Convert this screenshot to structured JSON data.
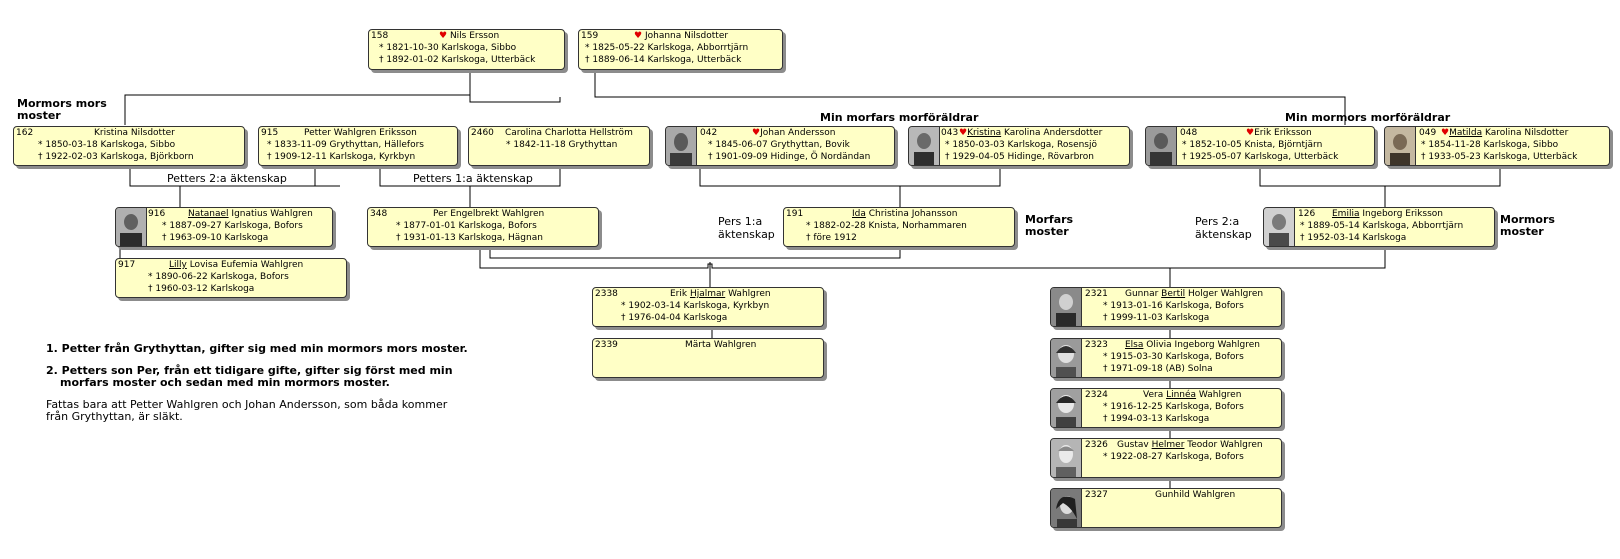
{
  "headers": {
    "mormors_mors_moster": "Mormors mors moster",
    "morfars_morforaldrar": "Min morfars morföräldrar",
    "mormors_morforaldrar": "Min mormors morföräldrar",
    "morfars_moster": "Morfars moster",
    "mormors_moster": "Mormors moster"
  },
  "labels": {
    "petters_2": "Petters 2:a äktenskap",
    "petters_1": "Petters 1:a äktenskap",
    "pers_1": "Pers 1:a äktenskap",
    "pers_2": "Pers 2:a äktenskap"
  },
  "persons": {
    "p158": {
      "id": "158",
      "heart": "♥",
      "name": "Nils Ersson",
      "birth": "* 1821-10-30 Karlskoga, Sibbo",
      "death": "† 1892-01-02 Karlskoga, Utterbäck"
    },
    "p159": {
      "id": "159",
      "heart": "♥",
      "name": "Johanna Nilsdotter",
      "birth": "* 1825-05-22 Karlskoga, Abborrtjärn",
      "death": "† 1889-06-14 Karlskoga, Utterbäck"
    },
    "p162": {
      "id": "162",
      "name": "Kristina Nilsdotter",
      "birth": "* 1850-03-18 Karlskoga, Sibbo",
      "death": "† 1922-02-03 Karlskoga, Björkborn"
    },
    "p915": {
      "id": "915",
      "name": "Petter Wahlgren Eriksson",
      "birth": "* 1833-11-09 Grythyttan, Hällefors",
      "death": "† 1909-12-11 Karlskoga, Kyrkbyn"
    },
    "p2460": {
      "id": "2460",
      "name": "Carolina Charlotta Hellström",
      "birth": "* 1842-11-18 Grythyttan",
      "death": ""
    },
    "p042": {
      "id": "042",
      "heart": "♥",
      "name": "Johan Andersson",
      "birth": "* 1845-06-07 Grythyttan, Bovik",
      "death": "† 1901-09-09 Hidinge, Ö Nordändan"
    },
    "p043": {
      "id": "043",
      "heart": "♥",
      "name_u": "Kristina",
      "name_rest": " Karolina Andersdotter",
      "birth": "* 1850-03-03 Karlskoga, Rosensjö",
      "death": "† 1929-04-05 Hidinge, Rövarbron"
    },
    "p048": {
      "id": "048",
      "heart": "♥",
      "name": "Erik Eriksson",
      "birth": "* 1852-10-05 Knista, Björntjärn",
      "death": "† 1925-05-07 Karlskoga, Utterbäck"
    },
    "p049": {
      "id": "049",
      "heart": "♥",
      "name_u": "Matilda",
      "name_rest": " Karolina Nilsdotter",
      "birth": "* 1854-11-28 Karlskoga, Sibbo",
      "death": "† 1933-05-23 Karlskoga, Utterbäck"
    },
    "p916": {
      "id": "916",
      "name_u": "Natanael",
      "name_rest": " Ignatius Wahlgren",
      "birth": "* 1887-09-27 Karlskoga, Bofors",
      "death": "† 1963-09-10 Karlskoga"
    },
    "p917": {
      "id": "917",
      "name_u": "Lilly",
      "name_rest": " Lovisa Eufemia Wahlgren",
      "birth": "* 1890-06-22 Karlskoga, Bofors",
      "death": "† 1960-03-12 Karlskoga"
    },
    "p348": {
      "id": "348",
      "name": "Per Engelbrekt Wahlgren",
      "birth": "* 1877-01-01 Karlskoga, Bofors",
      "death": "† 1931-01-13 Karlskoga, Hägnan"
    },
    "p191": {
      "id": "191",
      "name_u": "Ida",
      "name_rest": " Christina Johansson",
      "birth": "* 1882-02-28 Knista, Norhammaren",
      "death": "† före 1912"
    },
    "p126": {
      "id": "126",
      "name_u": "Emilia",
      "name_rest": " Ingeborg Eriksson",
      "birth": "* 1889-05-14 Karlskoga, Abborrtjärn",
      "death": "† 1952-03-14 Karlskoga"
    },
    "p2338": {
      "id": "2338",
      "name_pre": "Erik ",
      "name_u": "Hjalmar",
      "name_rest": " Wahlgren",
      "birth": "* 1902-03-14 Karlskoga, Kyrkbyn",
      "death": "† 1976-04-04 Karlskoga"
    },
    "p2339": {
      "id": "2339",
      "name": "Märta Wahlgren",
      "birth": "",
      "death": ""
    },
    "p2321": {
      "id": "2321",
      "name_pre": "Gunnar ",
      "name_u": "Bertil",
      "name_rest": " Holger Wahlgren",
      "birth": "* 1913-01-16 Karlskoga, Bofors",
      "death": "† 1999-11-03 Karlskoga"
    },
    "p2323": {
      "id": "2323",
      "name_pre": "",
      "name_u": "Elsa",
      "name_rest": " Olivia Ingeborg Wahlgren",
      "birth": "* 1915-03-30 Karlskoga, Bofors",
      "death": "† 1971-09-18 (AB) Solna"
    },
    "p2324": {
      "id": "2324",
      "name_pre": "Vera ",
      "name_u": "Linnéa",
      "name_rest": " Wahlgren",
      "birth": "* 1916-12-25 Karlskoga, Bofors",
      "death": "† 1994-03-13 Karlskoga"
    },
    "p2326": {
      "id": "2326",
      "name_pre": "Gustav ",
      "name_u": "Helmer",
      "name_rest": " Teodor Wahlgren",
      "birth": "* 1922-08-27 Karlskoga, Bofors",
      "death": ""
    },
    "p2327": {
      "id": "2327",
      "name": "Gunhild Wahlgren",
      "birth": "",
      "death": ""
    }
  },
  "notes": {
    "n1": "1. Petter från Grythyttan, gifter sig med min mormors mors moster.",
    "n2a": "2. Petters son Per, från ett tidigare gifte, gifter sig först med min",
    "n2b": "morfars moster och sedan med min mormors moster.",
    "n3a": "Fattas bara att Petter Wahlgren och Johan Andersson, som båda kommer",
    "n3b": "från Grythyttan, är släkt."
  },
  "colors": {
    "box_bg": "#ffffc6",
    "heart": "#e00000",
    "shadow": "#8c8c8c"
  }
}
